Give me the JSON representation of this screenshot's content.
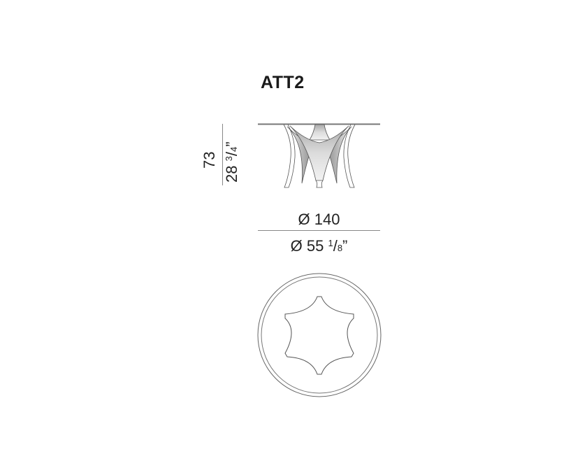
{
  "title": "ATT2",
  "height_dimension": {
    "metric": "73",
    "imperial_whole": "28",
    "imperial_num": "3",
    "imperial_den": "4",
    "imperial_mark": "”"
  },
  "diameter_dimension": {
    "metric": "Ø 140",
    "imperial_whole": "Ø 55",
    "imperial_num": "1",
    "imperial_den": "8",
    "imperial_mark": "”"
  },
  "colors": {
    "line": "#555555",
    "fill_light": "#e6e6e6",
    "fill_dark": "#9a9a9a"
  }
}
